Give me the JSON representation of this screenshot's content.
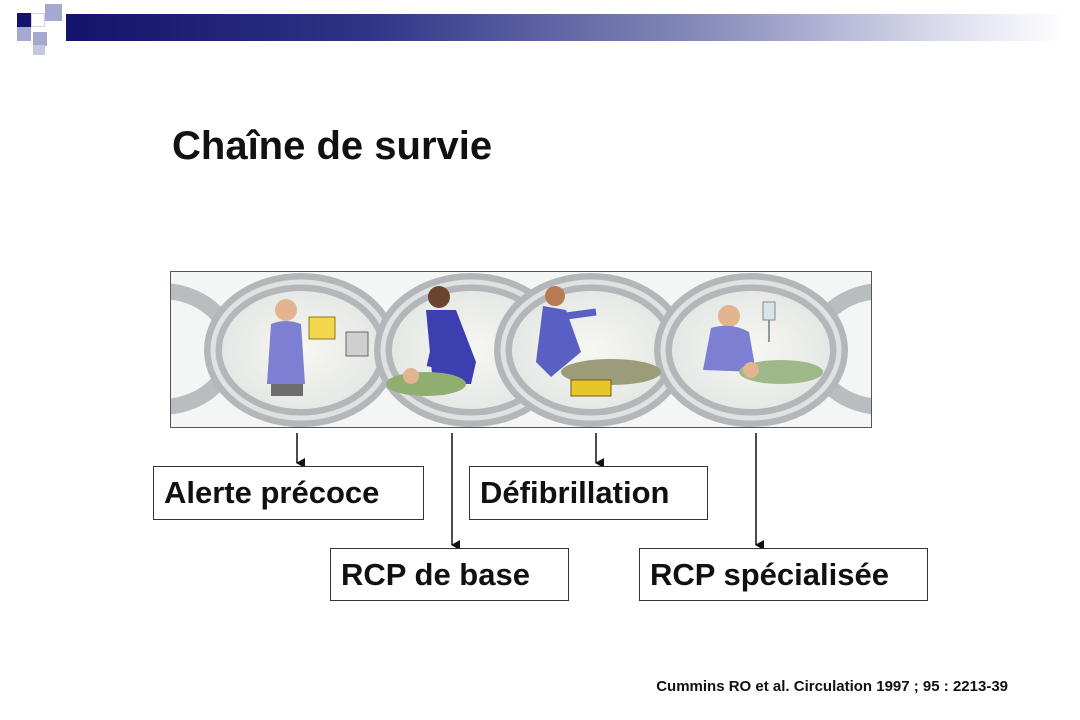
{
  "title": "Chaîne de survie",
  "links": [
    {
      "label": "Alerte précoce"
    },
    {
      "label": "RCP de base"
    },
    {
      "label": "Défibrillation"
    },
    {
      "label": "RCP spécialisée"
    }
  ],
  "citation": "Cummins RO et al. Circulation 1997 ; 95 : 2213-39",
  "colors": {
    "brand_dark": "#13136b",
    "brand_light": "#9fa3cc",
    "chain_metal": "#b9bdbf",
    "shirt_blue": "#7d7fd2"
  }
}
